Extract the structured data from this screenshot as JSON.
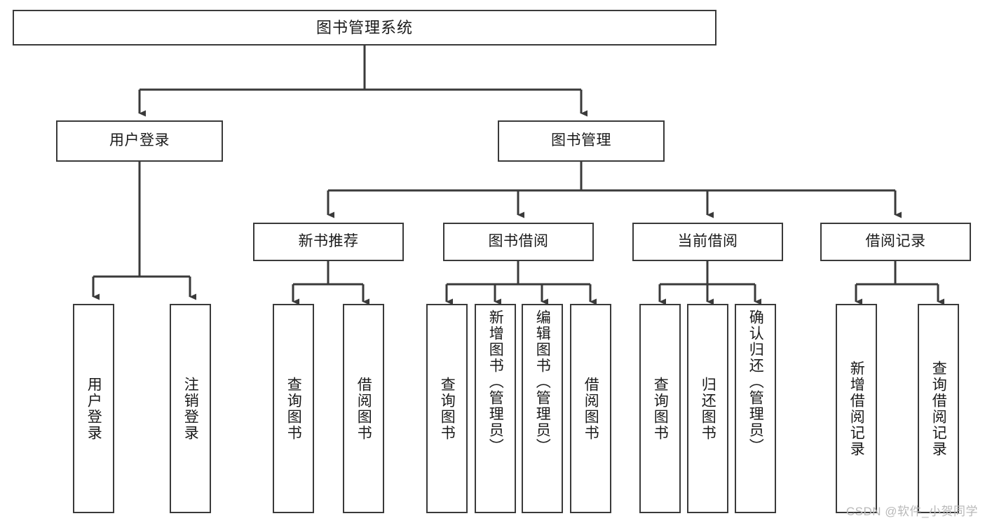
{
  "diagram": {
    "title": "图书管理系统",
    "type": "hierarchy-tree",
    "root": {
      "id": "root",
      "label": "图书管理系统",
      "orientation": "horizontal"
    },
    "level1": [
      {
        "id": "user-login",
        "label": "用户登录",
        "orientation": "horizontal"
      },
      {
        "id": "book-management",
        "label": "图书管理",
        "orientation": "horizontal"
      }
    ],
    "level2": [
      {
        "id": "new-book-recommend",
        "label": "新书推荐",
        "orientation": "horizontal",
        "parent": "book-management"
      },
      {
        "id": "book-borrow",
        "label": "图书借阅",
        "orientation": "horizontal",
        "parent": "book-management"
      },
      {
        "id": "current-borrow",
        "label": "当前借阅",
        "orientation": "horizontal",
        "parent": "book-management"
      },
      {
        "id": "borrow-record",
        "label": "借阅记录",
        "orientation": "horizontal",
        "parent": "book-management"
      }
    ],
    "leaves": [
      {
        "id": "leaf-user-login",
        "label": "用户登录",
        "parent": "user-login",
        "orientation": "vertical"
      },
      {
        "id": "leaf-user-logout",
        "label": "注销登录",
        "parent": "user-login",
        "orientation": "vertical"
      },
      {
        "id": "leaf-query-book-1",
        "label": "查询图书",
        "parent": "new-book-recommend",
        "orientation": "vertical"
      },
      {
        "id": "leaf-borrow-book-1",
        "label": "借阅图书",
        "parent": "new-book-recommend",
        "orientation": "vertical"
      },
      {
        "id": "leaf-query-book-2",
        "label": "查询图书",
        "parent": "book-borrow",
        "orientation": "vertical"
      },
      {
        "id": "leaf-add-book",
        "label": "新增图书（管理员）",
        "parent": "book-borrow",
        "orientation": "vertical"
      },
      {
        "id": "leaf-edit-book",
        "label": "编辑图书（管理员）",
        "parent": "book-borrow",
        "orientation": "vertical"
      },
      {
        "id": "leaf-borrow-book-2",
        "label": "借阅图书",
        "parent": "book-borrow",
        "orientation": "vertical"
      },
      {
        "id": "leaf-query-book-3",
        "label": "查询图书",
        "parent": "current-borrow",
        "orientation": "vertical"
      },
      {
        "id": "leaf-return-book",
        "label": "归还图书",
        "parent": "current-borrow",
        "orientation": "vertical"
      },
      {
        "id": "leaf-confirm-return",
        "label": "确认归还（管理员）",
        "parent": "current-borrow",
        "orientation": "vertical"
      },
      {
        "id": "leaf-add-record",
        "label": "新增借阅记录",
        "parent": "borrow-record",
        "orientation": "vertical"
      },
      {
        "id": "leaf-query-record",
        "label": "查询借阅记录",
        "parent": "borrow-record",
        "orientation": "vertical"
      }
    ]
  },
  "watermark": {
    "text": "CSDN @软件_小贺同学"
  },
  "colors": {
    "border": "#3a3a3a",
    "connector": "#3a3a3a",
    "background": "#ffffff",
    "text": "#1a1a1a",
    "watermark": "#b9b9b9"
  }
}
